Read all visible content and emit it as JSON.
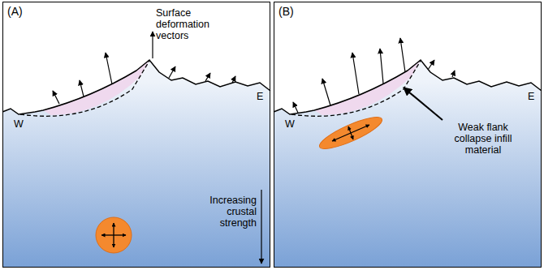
{
  "diagram": {
    "nodes": [
      {
        "text": [
          "(A)"
        ]
      },
      {
        "text": [
          "(B)"
        ]
      }
    ],
    "labels": [
      "Surface deformation vectors",
      "Increasing crustal strength",
      "W",
      "E",
      "W",
      "E",
      "Weak flank collapse infill material"
    ]
  }
}
